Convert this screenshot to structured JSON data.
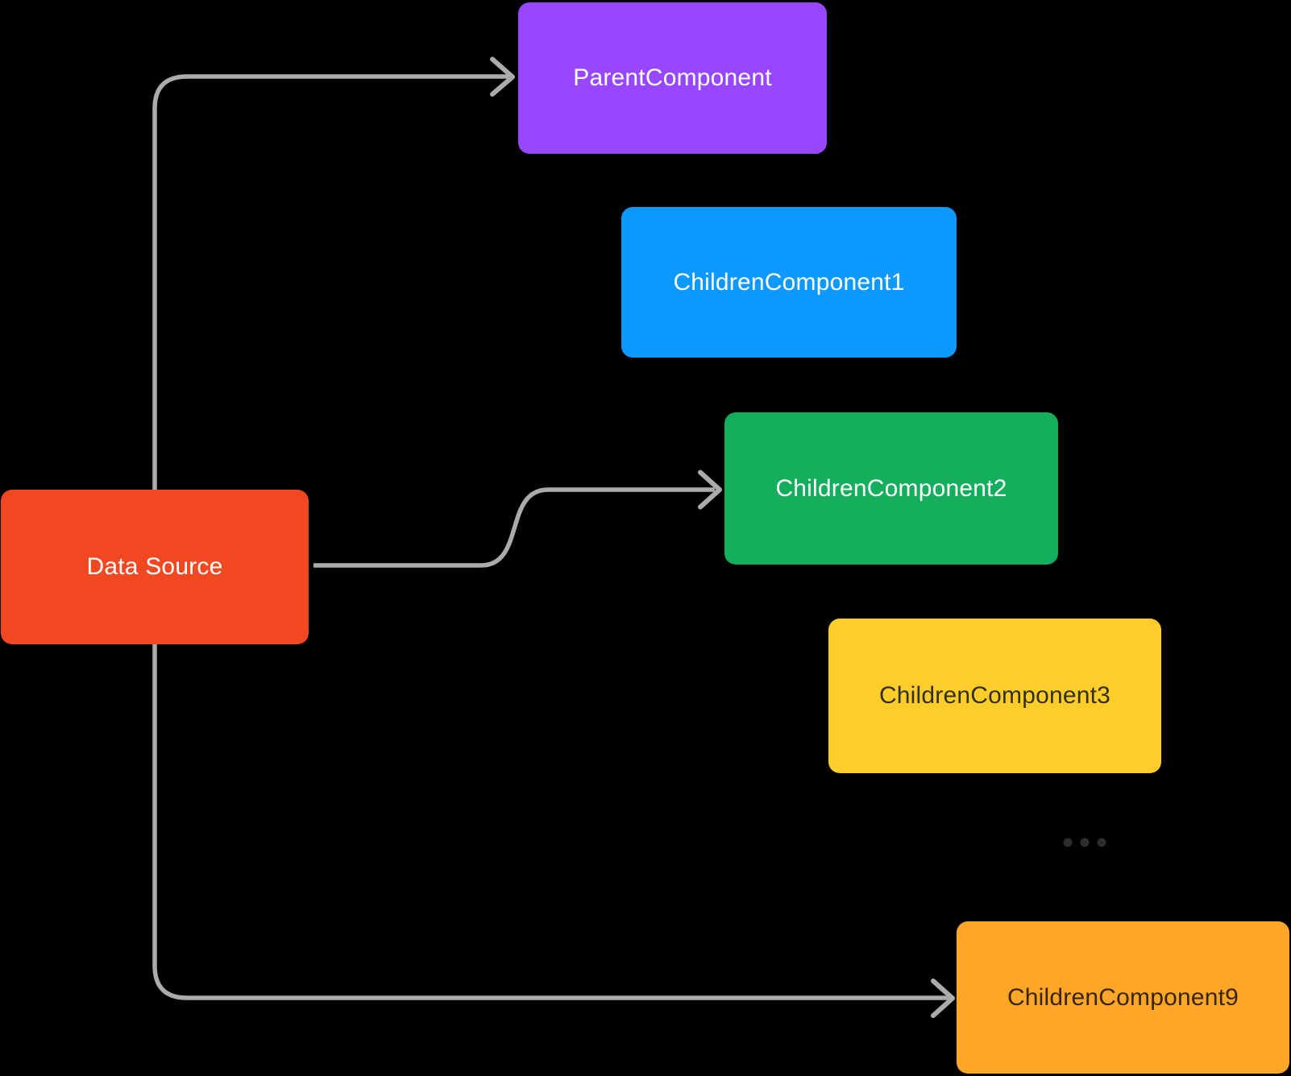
{
  "background": "#000000",
  "connector": {
    "color": "#ABABAB"
  },
  "ellipsis": {
    "color": "#2D2D2D"
  },
  "nodes": {
    "data_source": {
      "label": "Data Source",
      "color": "#F24822",
      "text_color": "#FFFFFF"
    },
    "parent": {
      "label": "ParentComponent",
      "color": "#9747FF",
      "text_color": "#FFFFFF"
    },
    "child1": {
      "label": "ChildrenComponent1",
      "color": "#0D99FF",
      "text_color": "#FFFFFF"
    },
    "child2": {
      "label": "ChildrenComponent2",
      "color": "#14AE5C",
      "text_color": "#FFFFFF"
    },
    "child3": {
      "label": "ChildrenComponent3",
      "color": "#FFCD29",
      "text_color": "#33301A"
    },
    "child9": {
      "label": "ChildrenComponent9",
      "color": "#FFA629",
      "text_color": "#38260A"
    }
  },
  "edges": [
    {
      "from": "Data Source",
      "to": "ParentComponent"
    },
    {
      "from": "Data Source",
      "to": "ChildrenComponent2"
    },
    {
      "from": "Data Source",
      "to": "ChildrenComponent9"
    }
  ]
}
